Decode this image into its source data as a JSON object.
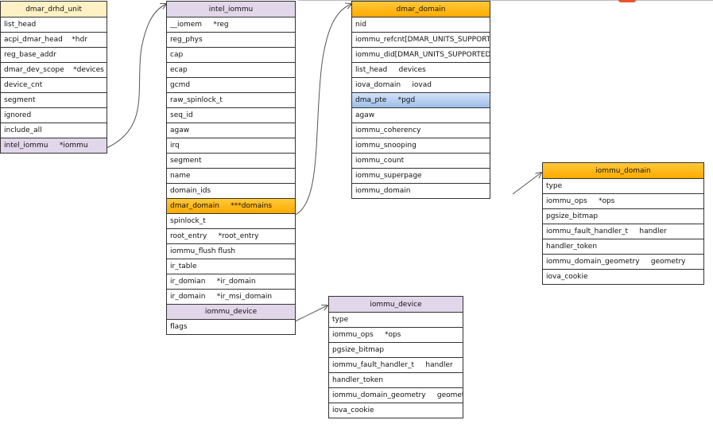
{
  "colors": {
    "yellow": "#fff1c4",
    "orange": "#ffb30f",
    "purple": "#e2d6ea",
    "blue": "#b3cdef",
    "mark": "#e8542a"
  },
  "tables": [
    {
      "id": "dmar_drhd_unit",
      "title": "dmar_drhd_unit",
      "header_color": "yellow",
      "rows": [
        {
          "text": "list_head"
        },
        {
          "text": "acpi_dmar_head    *hdr"
        },
        {
          "text": "reg_base_addr"
        },
        {
          "text": "dmar_dev_scope    *devices"
        },
        {
          "text": "device_cnt"
        },
        {
          "text": "segment"
        },
        {
          "text": "ignored"
        },
        {
          "text": "include_all"
        },
        {
          "text": "intel_iommu     *iommu",
          "color": "purple"
        }
      ]
    },
    {
      "id": "intel_iommu",
      "title": "intel_iommu",
      "header_color": "purple",
      "rows": [
        {
          "text": "__iomem     *reg"
        },
        {
          "text": "reg_phys"
        },
        {
          "text": "cap"
        },
        {
          "text": "ecap"
        },
        {
          "text": "gcmd"
        },
        {
          "text": "raw_spinlock_t"
        },
        {
          "text": "seq_id"
        },
        {
          "text": "agaw"
        },
        {
          "text": "irq"
        },
        {
          "text": "segment"
        },
        {
          "text": "name"
        },
        {
          "text": "domain_ids"
        },
        {
          "text": "dmar_domain     ***domains",
          "color": "orange"
        },
        {
          "text": "spinlock_t"
        },
        {
          "text": "root_entry     *root_entry"
        },
        {
          "text": "iommu_flush flush"
        },
        {
          "text": "ir_table"
        },
        {
          "text": "ir_domian     *ir_domain"
        },
        {
          "text": "ir_domain     *ir_msi_domain"
        },
        {
          "text": "iommu_device",
          "color": "purple",
          "center": true
        },
        {
          "text": "flags"
        }
      ]
    },
    {
      "id": "dmar_domain",
      "title": "dmar_domain",
      "header_color": "orange",
      "rows": [
        {
          "text": "nid"
        },
        {
          "text": "iommu_refcnt[DMAR_UNITS_SUPPORTED]"
        },
        {
          "text": "iommu_did[DMAR_UNITS_SUPPORTED]"
        },
        {
          "text": "list_head     devices"
        },
        {
          "text": "iova_domain     iovad"
        },
        {
          "text": "dma_pte     *pgd",
          "color": "blue"
        },
        {
          "text": "agaw"
        },
        {
          "text": "iommu_coherency"
        },
        {
          "text": "iommu_snooping"
        },
        {
          "text": "iommu_count"
        },
        {
          "text": "iommu_superpage"
        },
        {
          "text": "iommu_domain"
        }
      ]
    },
    {
      "id": "iommu_domain",
      "title": "iommu_domain",
      "header_color": "orange",
      "rows": [
        {
          "text": "type"
        },
        {
          "text": "iommu_ops     *ops"
        },
        {
          "text": "pgsize_bitmap"
        },
        {
          "text": "iommu_fault_handler_t     handler"
        },
        {
          "text": "handler_token"
        },
        {
          "text": "iommu_domain_geometry     geometry"
        },
        {
          "text": "iova_cookie"
        }
      ]
    },
    {
      "id": "iommu_device",
      "title": "iommu_device",
      "header_color": "purple",
      "rows": [
        {
          "text": "type"
        },
        {
          "text": "iommu_ops     *ops"
        },
        {
          "text": "pgsize_bitmap"
        },
        {
          "text": "iommu_fault_handler_t     handler"
        },
        {
          "text": "handler_token"
        },
        {
          "text": "iommu_domain_geometry     geometry"
        },
        {
          "text": "iova_cookie"
        }
      ]
    }
  ]
}
